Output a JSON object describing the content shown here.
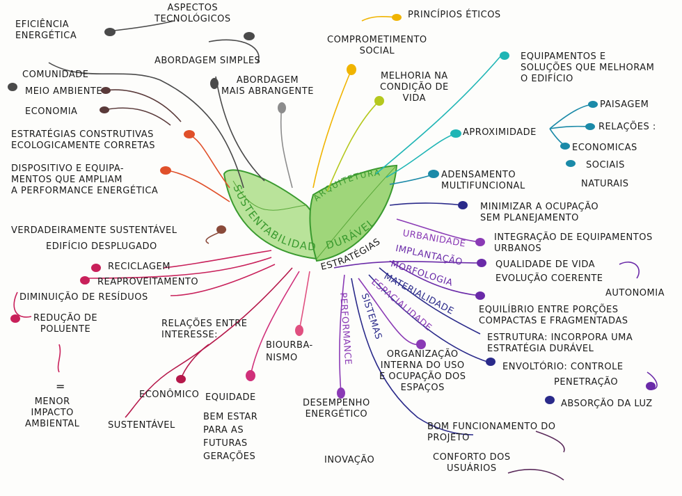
{
  "center": {
    "left_leaf_word": "SUSTENTABILIDADE",
    "right_leaf_top_word": "ARQUITETURA",
    "right_leaf_bottom_word": "DURÁVEL",
    "strategies_word": "ESTRATÉGIAS"
  },
  "left_side": {
    "eficiencia": "EFICIÊNCIA\nENERGÉTICA",
    "aspectos": "ASPECTOS\nTECNOLÓGICOS",
    "abordagem_simples": "ABORDAGEM SIMPLES",
    "abordagem_abrangente": "ABORDAGEM\nMAIS ABRANGENTE",
    "comunidade": "COMUNIDADE",
    "meio_ambiente": "MEIO AMBIENTE",
    "economia": "ECONOMIA",
    "estrategias_construtivas": "ESTRATÉGIAS CONSTRUTIVAS\nECOLOGICAMENTE CORRETAS",
    "dispositivos": "DISPOSITIVO E EQUIPA-\nMENTOS QUE AMPLIAM\nA PERFORMANCE ENERGÉTICA",
    "verdadeiramente": "VERDADEIRAMENTE SUSTENTÁVEL",
    "desplugado": "EDIFÍCIO DESPLUGADO",
    "reciclagem": "RECICLAGEM",
    "reaproveitamento": "REAPROVEITAMENTO",
    "diminuicao": "DIMINUIÇÃO DE RESÍDUOS",
    "reducao": "REDUÇÃO DE\nPOLUENTE",
    "equals": "=",
    "menor_impacto": "MENOR\nIMPACTO\nAMBIENTAL",
    "relacoes": "RELAÇÕES ENTRE\nINTERESSE:",
    "economico": "ECONÔMICO",
    "sustentavel": "SUSTENTÁVEL",
    "equidade": "EQUIDADE",
    "bem_estar": "BEM ESTAR\nPARA AS\nFUTURAS\nGERAÇÕES",
    "biourbanismo": "BIOURBA-\nNISMO"
  },
  "right_side": {
    "principios": "PRINCÍPIOS ÉTICOS",
    "comprometimento": "COMPROMETIMENTO\nSOCIAL",
    "melhoria": "MELHORIA NA\nCONDIÇÃO DE\nVIDA",
    "equipamentos": "EQUIPAMENTOS E\nSOLUÇÕES QUE MELHORAM\nO EDIFÍCIO",
    "aproximidade": "APROXIMIDADE",
    "paisagem": "PAISAGEM",
    "relacoes_label": "RELAÇÕES :",
    "economicas": "ECONOMICAS",
    "sociais": "SOCIAIS",
    "naturais": "NATURAIS",
    "adensamento": "ADENSAMENTO\nMULTIFUNCIONAL",
    "minimizar": "MINIMIZAR A OCUPAÇÃO\nSEM PLANEJAMENTO",
    "urbanidade": "URBANIDADE",
    "integracao": "INTEGRAÇÃO DE EQUIPAMENTOS\nURBANOS",
    "implantacao": "IMPLANTAÇÃO",
    "morfologia": "MORFOLOGIA",
    "qualidade": "QUALIDADE DE VIDA",
    "evolucao": "EVOLUÇÃO COERENTE",
    "autonomia": "AUTONOMIA",
    "materialidade": "MATERIALIDADE",
    "equilibrio": "EQUILÍBRIO ENTRE PORÇÕES\nCOMPACTAS E FRAGMENTADAS",
    "espacialidade": "ESPACIALIDADE",
    "estrutura": "ESTRUTURA: INCORPORA UMA\nESTRATÉGIA DURÁVEL",
    "envoltorio": "ENVOLTÓRIO: CONTROLE",
    "penetracao": "PENETRAÇÃO",
    "absorcao": "ABSORÇÃO DA LUZ",
    "sistemas": "SISTEMAS",
    "performance": "PERFORMANCE",
    "organizacao": "ORGANIZAÇÃO\nINTERNA DO USO\nE OCUPAÇÃO DOS\nESPAÇOS",
    "desempenho": "DESEMPENHO\nENERGÉTICO",
    "inovacao": "INOVAÇÃO",
    "bom_funcionamento": "BOM FUNCIONAMENTO DO\nPROJETO",
    "conforto": "CONFORTO DOS\nUSUÁRIOS"
  },
  "colors": {
    "leaf_green": "#8fcf6a",
    "leaf_outline": "#3a9a2f",
    "gray_dark": "#4a4a4a",
    "gray": "#8c8c8c",
    "brown": "#5a3a3a",
    "orange_red": "#e0502a",
    "magenta": "#c8205a",
    "pink": "#e05080",
    "yellow": "#f0b400",
    "yellow_green": "#b5c81e",
    "teal": "#1fb5b5",
    "teal_dark": "#1b8aa8",
    "navy": "#2a2a8a",
    "purple": "#8a3ab5",
    "violet": "#6a2aa8"
  }
}
